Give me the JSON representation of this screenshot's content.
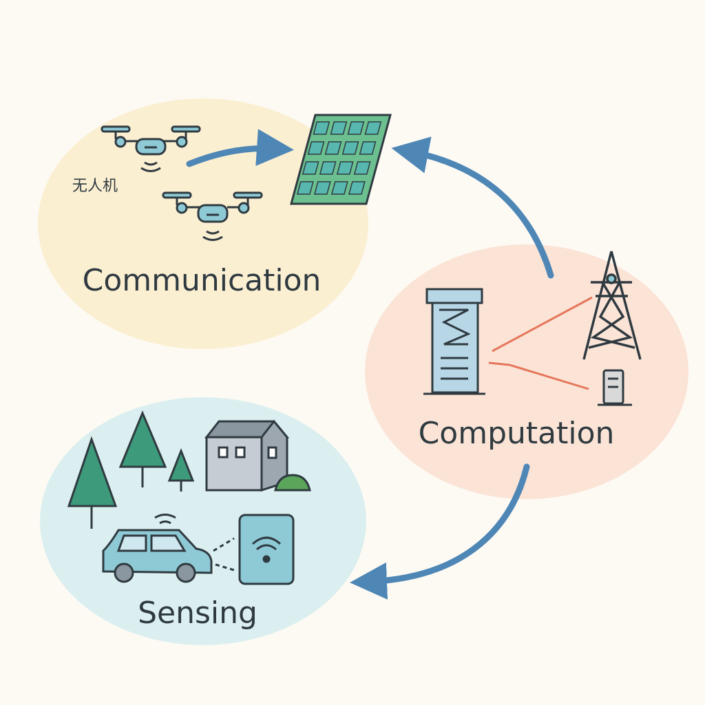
{
  "labels": {
    "drone_caption": "无人机",
    "communication": "Communication",
    "computation": "Computation",
    "sensing": "Sensing"
  },
  "colors": {
    "background": "#fdfaf3",
    "communication_bg": "#fbefd2",
    "computation_bg": "#fbe3d6",
    "sensing_bg": "#dbeff0",
    "arrow": "#4e86b6",
    "outline": "#2f3a40",
    "device": "#8ec9d6",
    "panel": "#6cc08f",
    "tree": "#3d9a7a",
    "link": "#e5765a"
  }
}
